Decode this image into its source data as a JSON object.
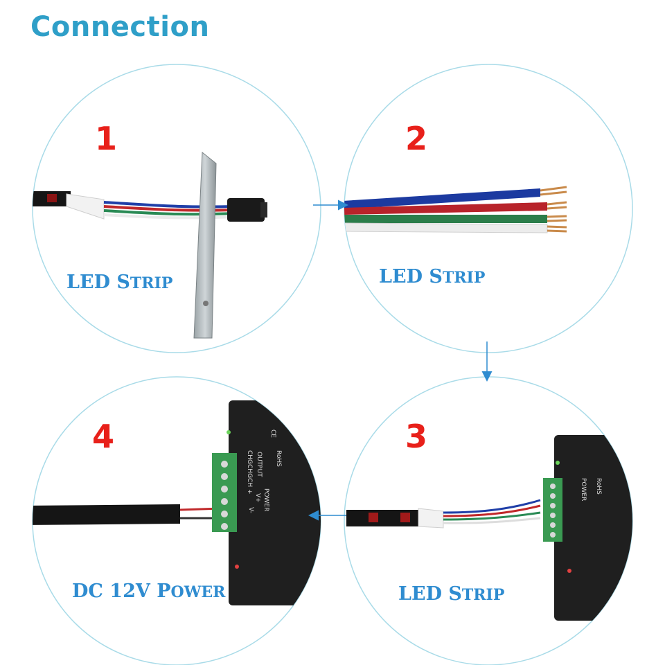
{
  "title": "Connection",
  "steps": [
    {
      "number": "1",
      "caption": {
        "a": "LED S",
        "b": "TRIP"
      }
    },
    {
      "number": "2",
      "caption": {
        "a": "LED S",
        "b": "TRIP"
      }
    },
    {
      "number": "3",
      "caption": {
        "a": "LED S",
        "b": "TRIP"
      }
    },
    {
      "number": "4",
      "caption": {
        "a": "DC 12V P",
        "b": "OWER"
      }
    }
  ],
  "controller_labels": {
    "ce": "CE",
    "rohs": "RoHS",
    "output": "OUTPUT",
    "power": "POWER",
    "pins": "CHGCHGCH +",
    "vplus": "V+",
    "vminus": "V-"
  },
  "colors": {
    "title": "#2f9fc8",
    "step_number": "#e8201a",
    "caption": "#2f8cd0",
    "circle_outline": "#a9dbe8",
    "arrow": "#2f8cd0"
  }
}
